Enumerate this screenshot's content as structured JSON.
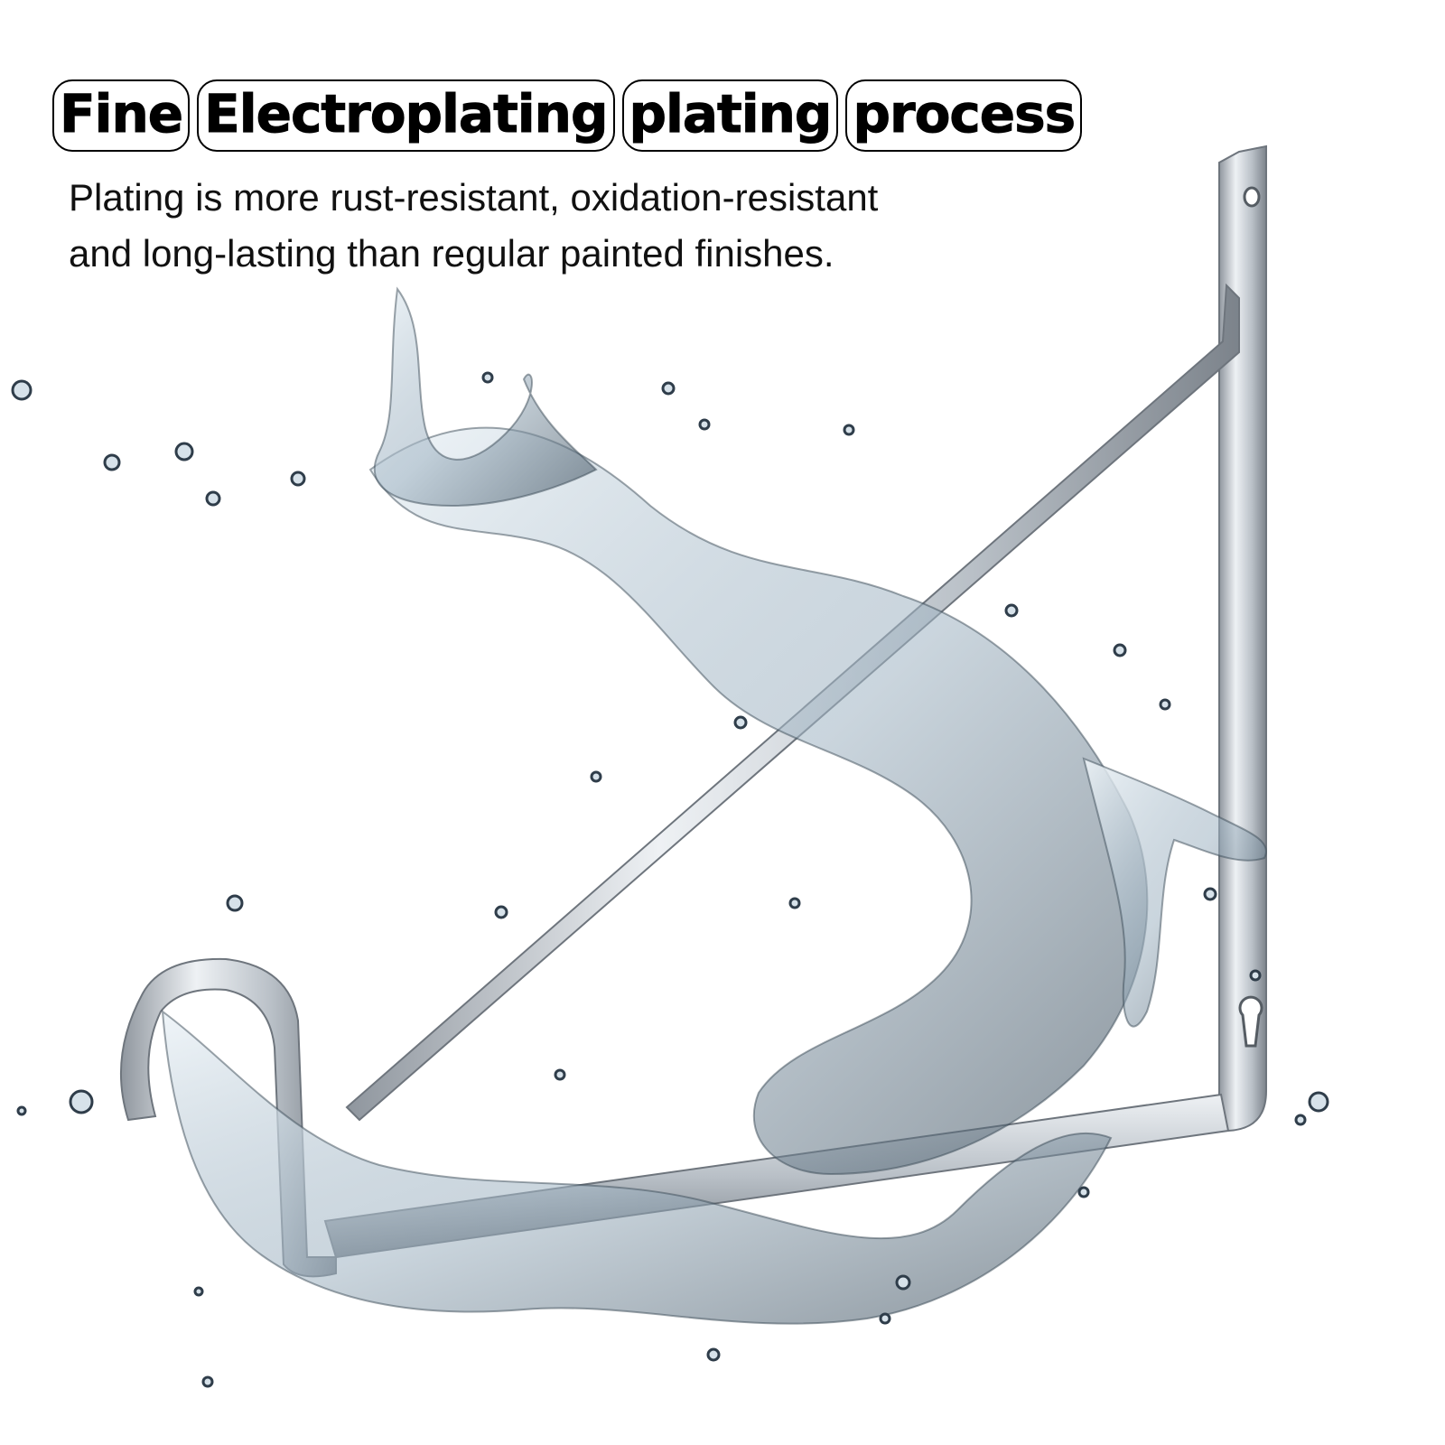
{
  "headline": {
    "words": [
      "Fine",
      "Electroplating",
      "plating",
      "process"
    ]
  },
  "subtitle": {
    "lines": [
      "Plating is more rust-resistant, oxidation-resistant",
      "and long-lasting than regular painted finishes."
    ]
  },
  "colors": {
    "metal_light": "#e9ecef",
    "metal_mid": "#b6bcc3",
    "metal_dark": "#6e757d",
    "water_light": "#dbe6ee",
    "water_dark": "#2f3d4a"
  }
}
